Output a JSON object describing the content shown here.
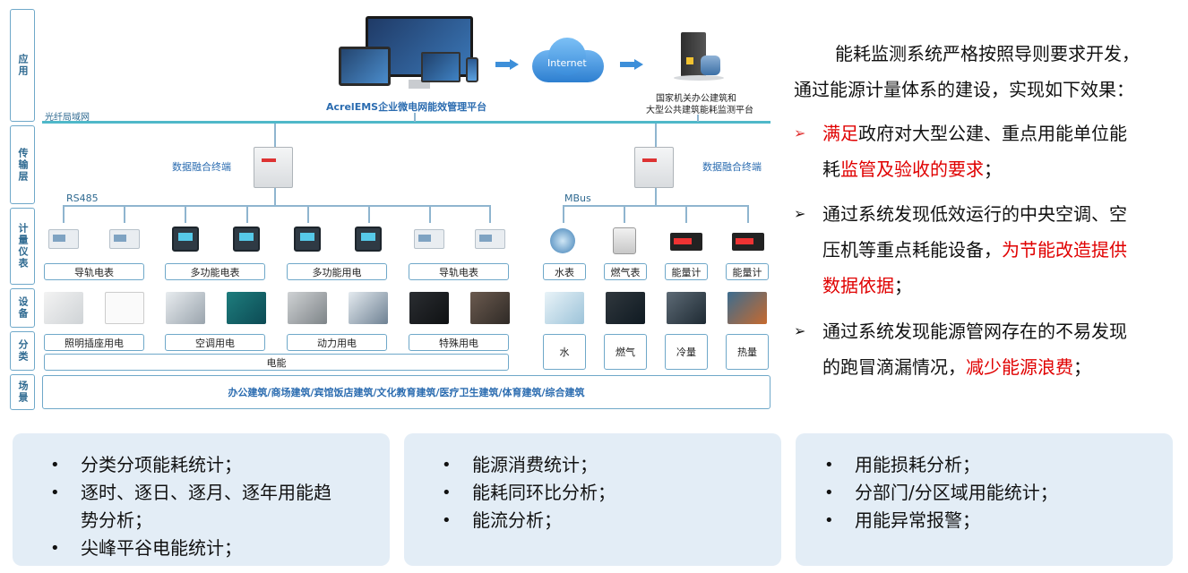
{
  "layers": {
    "application": "应用",
    "transport": "传输层",
    "metering": "计量仪表",
    "device": "设备",
    "category": "分类",
    "scene": "场景"
  },
  "top": {
    "platform_label": "AcrelEMS企业微电网能效管理平台",
    "internet_label": "Internet",
    "gov_platform_line1": "国家机关办公建筑和",
    "gov_platform_line2": "大型公共建筑能耗监测平台",
    "fiber_label": "光纤局域网"
  },
  "terminals": {
    "left_label": "数据融合终端",
    "right_label": "数据融合终端",
    "rs485": "RS485",
    "mbus": "MBus"
  },
  "meter_labels": [
    "导轨电表",
    "多功能电表",
    "多功能用电",
    "导轨电表",
    "水表",
    "燃气表",
    "能量计",
    "能量计"
  ],
  "category_labels": [
    "照明插座用电",
    "空调用电",
    "动力用电",
    "特殊用电",
    "水",
    "燃气",
    "冷量",
    "热量"
  ],
  "electric_label": "电能",
  "scene_label": "办公建筑/商场建筑/宾馆饭店建筑/文化教育建筑/医疗卫生建筑/体育建筑/综合建筑",
  "right_text": {
    "intro_line1": "能耗监测系统严格按照导则要求开发，",
    "intro_line2": "通过能源计量体系的建设，实现如下效果：",
    "b1_red1": "满足",
    "b1_normal1": "政府对大型公建、重点用能单位能",
    "b1_normal2": "耗",
    "b1_red2": "监管及验收的要求",
    "b1_end": "；",
    "b2_line1": "通过系统发现低效运行的中央空调、空",
    "b2_line2": "压机等重点耗能设备，",
    "b2_red": "为节能改造提供",
    "b2_red2": "数据依据",
    "b2_end": "；",
    "b3_line1": "通过系统发现能源管网存在的不易发现",
    "b3_line2": "的跑冒滴漏情况，",
    "b3_red": "减少能源浪费",
    "b3_end": "；",
    "arrow": "➢"
  },
  "panels": [
    {
      "items": [
        "分类分项能耗统计；",
        "逐时、逐日、逐月、逐年用能趋",
        "势分析；",
        "尖峰平谷电能统计；"
      ]
    },
    {
      "items": [
        "能源消费统计；",
        "能耗同环比分析；",
        "能流分析；"
      ]
    },
    {
      "items": [
        "用能损耗分析；",
        "分部门/分区域用能统计；",
        "用能异常报警；"
      ]
    }
  ],
  "colors": {
    "accent_red": "#e00000",
    "line": "#4fb8c9",
    "panel_bg": "#e3edf6"
  }
}
